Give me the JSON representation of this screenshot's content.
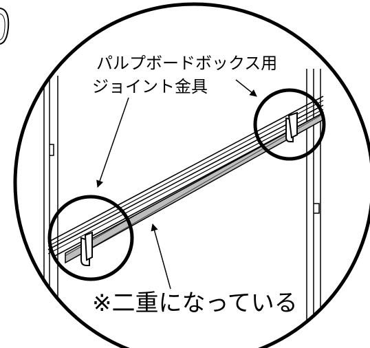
{
  "labels": {
    "joint_line1": "パルプボードボックス用",
    "joint_line2": "ジョイント金具",
    "double_note": "※二重になっている"
  },
  "icons": {
    "main_magnifier": "magnifier-circle-icon",
    "left_detail": "left-detail-circle-icon",
    "right_detail": "right-detail-circle-icon"
  },
  "colors": {
    "ink": "#000000",
    "background": "#ffffff",
    "hatch": "#8a8a8a"
  }
}
